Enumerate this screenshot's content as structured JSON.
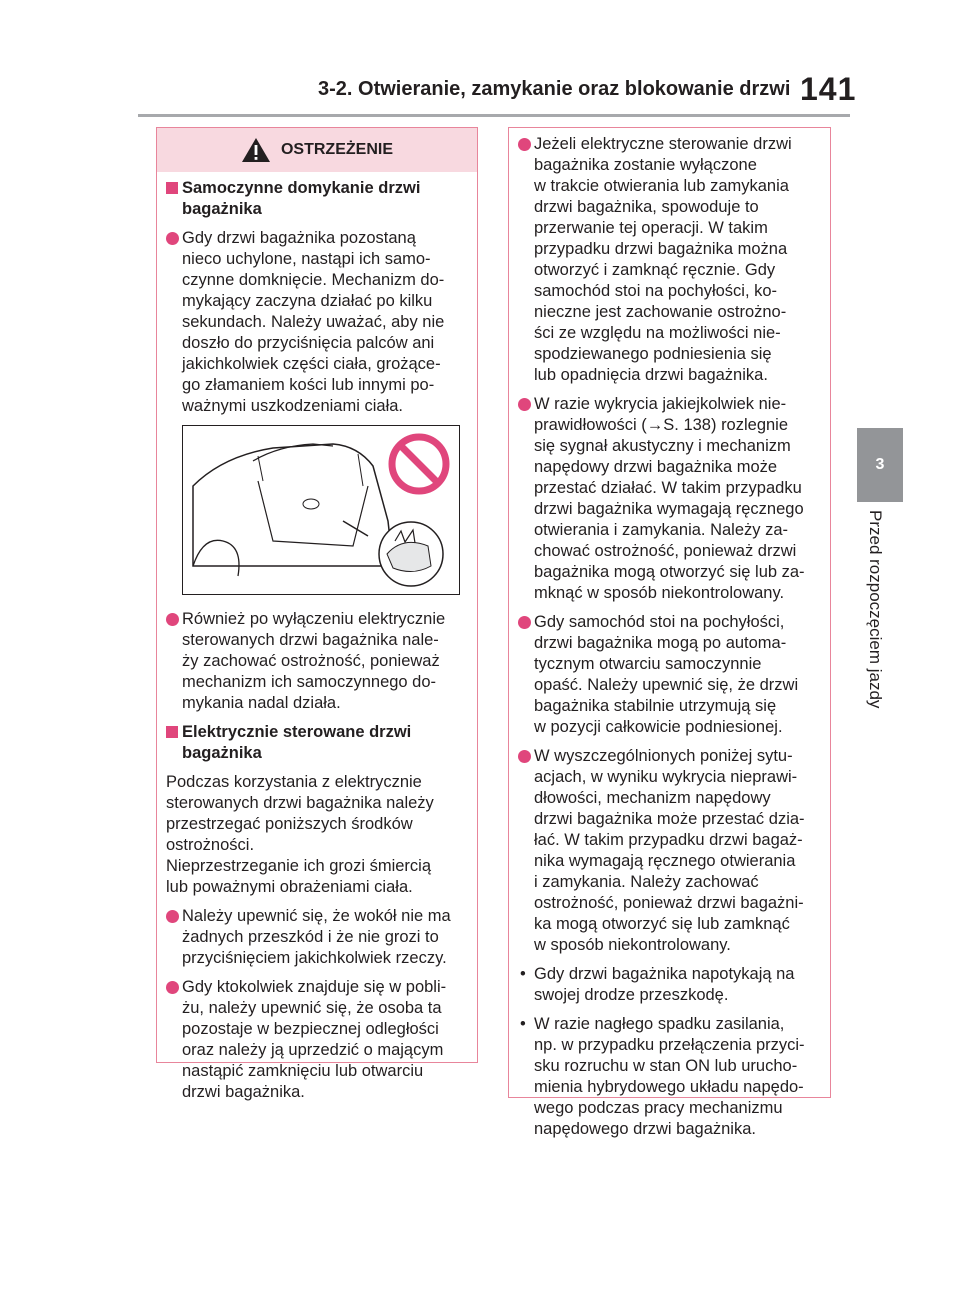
{
  "header": {
    "title": "3-2. Otwieranie, zamykanie oraz blokowanie drzwi",
    "page_number": "141"
  },
  "side_tab": {
    "chapter": "3",
    "label": "Przed rozpoczęciem jazdy"
  },
  "warning": {
    "heading": "OSTRZEŻENIE",
    "section1_title": [
      "Samoczynne domykanie drzwi",
      "bagażnika"
    ],
    "item1": [
      "Gdy drzwi bagażnika pozostaną",
      "nieco uchylone, nastąpi ich samo-",
      "czynne domknięcie. Mechanizm do-",
      "mykający zaczyna działać po kilku",
      "sekundach. Należy uważać, aby nie",
      "doszło do przyciśnięcia palców ani",
      "jakichkolwiek części ciała, grożące-",
      "go złamaniem kości lub innymi po-",
      "ważnymi uszkodzeniami ciała."
    ],
    "item2": [
      "Również po wyłączeniu elektrycznie",
      "sterowanych drzwi bagażnika nale-",
      "ży zachować ostrożność, ponieważ",
      "mechanizm ich samoczynnego do-",
      "mykania nadal działa."
    ],
    "section2_title": [
      "Elektrycznie sterowane drzwi",
      "bagażnika"
    ],
    "intro": [
      "Podczas korzystania z elektrycznie",
      "sterowanych drzwi bagażnika należy",
      "przestrzegać poniższych środków",
      "ostrożności.",
      "Nieprzestrzeganie ich grozi śmiercią",
      "lub poważnymi obrażeniami ciała."
    ],
    "item3": [
      "Należy upewnić się, że wokół nie ma",
      "żadnych przeszkód i że nie grozi to",
      "przyciśnięciem jakichkolwiek rzeczy."
    ],
    "item4": [
      "Gdy ktokolwiek znajduje się w pobli-",
      "żu, należy upewnić się, że osoba ta",
      "pozostaje w bezpiecznej odległości",
      "oraz należy ją uprzedzić o mającym",
      "nastąpić zamknięciu lub otwarciu",
      "drzwi bagażnika."
    ]
  },
  "right": {
    "item1": [
      "Jeżeli elektryczne sterowanie drzwi",
      "bagażnika zostanie wyłączone",
      "w trakcie otwierania lub zamykania",
      "drzwi bagażnika, spowoduje to",
      "przerwanie tej operacji. W takim",
      "przypadku drzwi bagażnika można",
      "otworzyć i zamknąć ręcznie. Gdy",
      "samochód stoi na pochyłości, ko-",
      "nieczne jest zachowanie ostrożno-",
      "ści ze względu na możliwości nie-",
      "spodziewanego podniesienia się",
      "lub opadnięcia drzwi bagażnika."
    ],
    "item2": [
      "W razie wykrycia jakiejkolwiek nie-",
      "prawidłowości (→S. 138) rozlegnie",
      "się sygnał akustyczny i mechanizm",
      "napędowy drzwi bagażnika może",
      "przestać działać. W takim przypadku",
      "drzwi bagażnika wymagają ręcznego",
      "otwierania i zamykania. Należy za-",
      "chować ostrożność, ponieważ drzwi",
      "bagażnika mogą otworzyć się lub za-",
      "mknąć w sposób niekontrolowany."
    ],
    "item3": [
      "Gdy samochód stoi na pochyłości,",
      "drzwi bagażnika mogą po automa-",
      "tycznym otwarciu samoczynnie",
      "opaść. Należy upewnić się, że drzwi",
      "bagażnika stabilnie utrzymują się",
      "w pozycji całkowicie podniesionej."
    ],
    "item4": [
      "W wyszczególnionych poniżej sytu-",
      "acjach, w wyniku wykrycia nieprawi-",
      "dłowości, mechanizm napędowy",
      "drzwi bagażnika może przestać dzia-",
      "łać. W takim przypadku drzwi bagaż-",
      "nika wymagają ręcznego otwierania",
      "i zamykania. Należy zachować",
      "ostrożność, ponieważ drzwi bagażni-",
      "ka mogą otworzyć się lub zamknąć",
      "w sposób niekontrolowany."
    ],
    "bullet_mark": "•",
    "bullet1": [
      "Gdy drzwi bagażnika napotykają na",
      "swojej drodze przeszkodę."
    ],
    "bullet2": [
      "W razie nagłego spadku zasilania,",
      "np. w przypadku przełączenia przyci-",
      "sku rozruchu w stan ON lub urucho-",
      "mienia hybrydowego układu napędo-",
      "wego podczas pracy mechanizmu",
      "napędowego drzwi bagażnika."
    ]
  },
  "colors": {
    "accent": "#e0467c",
    "border": "#e8859b",
    "warning_bg": "#f8d9e0",
    "tab": "#939598"
  },
  "icons": {
    "warning": "warning-triangle-icon",
    "prohibition": "prohibition-icon"
  }
}
